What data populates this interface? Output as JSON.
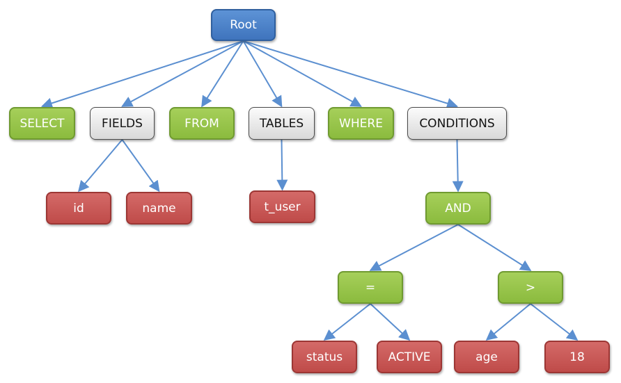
{
  "diagram": {
    "colors": {
      "edge": "#5b8fd0",
      "root": "#4a80c8",
      "keyword": "#9bc44f",
      "group": "#e6e6e6",
      "leaf": "#c9524f"
    },
    "nodes": {
      "root": "Root",
      "select": "SELECT",
      "fields": "FIELDS",
      "from": "FROM",
      "tables": "TABLES",
      "where": "WHERE",
      "conditions": "CONDITIONS",
      "id": "id",
      "name": "name",
      "t_user": "t_user",
      "and": "AND",
      "eq": "=",
      "gt": ">",
      "status": "status",
      "active": "ACTIVE",
      "age": "age",
      "eighteen": "18"
    },
    "edges": [
      [
        "root",
        "select"
      ],
      [
        "root",
        "fields"
      ],
      [
        "root",
        "from"
      ],
      [
        "root",
        "tables"
      ],
      [
        "root",
        "where"
      ],
      [
        "root",
        "conditions"
      ],
      [
        "fields",
        "id"
      ],
      [
        "fields",
        "name"
      ],
      [
        "tables",
        "t_user"
      ],
      [
        "conditions",
        "and"
      ],
      [
        "and",
        "eq"
      ],
      [
        "and",
        "gt"
      ],
      [
        "eq",
        "status"
      ],
      [
        "eq",
        "active"
      ],
      [
        "gt",
        "age"
      ],
      [
        "gt",
        "eighteen"
      ]
    ]
  }
}
